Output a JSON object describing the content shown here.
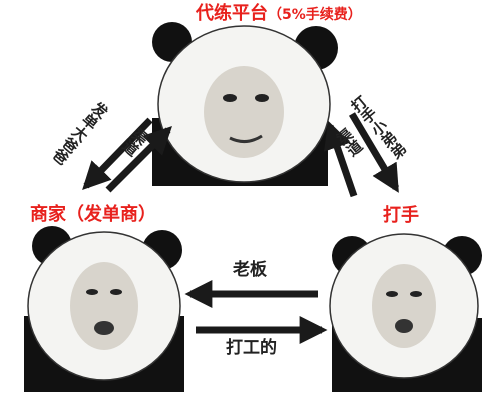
{
  "labels": {
    "platform": "代练平台",
    "platform_note": "（5%手续费）",
    "merchant": "商家（发单商）",
    "player": "打手",
    "boss": "老板",
    "worker": "打工的"
  },
  "diagonal_text": {
    "left_outer": "发单大爸爸",
    "left_inner": "渠道",
    "right_outer": "打手小弟弟",
    "right_inner": "渠道"
  },
  "colors": {
    "red_label": "#e8211d",
    "dark_text": "#222222",
    "arrow": "#1a1a1a"
  }
}
